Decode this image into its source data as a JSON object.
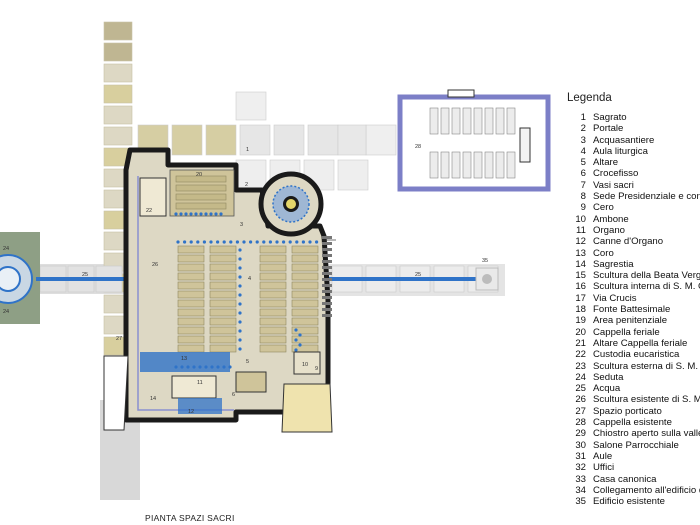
{
  "legend": {
    "title": "Legenda",
    "items": [
      {
        "num": "1",
        "label": "Sagrato"
      },
      {
        "num": "2",
        "label": "Portale"
      },
      {
        "num": "3",
        "label": "Acquasantiere"
      },
      {
        "num": "4",
        "label": "Aula liturgica"
      },
      {
        "num": "5",
        "label": "Altare"
      },
      {
        "num": "6",
        "label": "Crocefisso"
      },
      {
        "num": "7",
        "label": "Vasi sacri"
      },
      {
        "num": "8",
        "label": "Sede Presidenziale e conce"
      },
      {
        "num": "9",
        "label": "Cero"
      },
      {
        "num": "10",
        "label": "Ambone"
      },
      {
        "num": "11",
        "label": "Organo"
      },
      {
        "num": "12",
        "label": "Canne d'Organo"
      },
      {
        "num": "13",
        "label": "Coro"
      },
      {
        "num": "14",
        "label": "Sagrestia"
      },
      {
        "num": "15",
        "label": "Scultura della Beata Vergin"
      },
      {
        "num": "16",
        "label": "Scultura interna di S. M. Go"
      },
      {
        "num": "17",
        "label": "Via Crucis"
      },
      {
        "num": "18",
        "label": "Fonte Battesimale"
      },
      {
        "num": "19",
        "label": "Area penitenziale"
      },
      {
        "num": "20",
        "label": "Cappella feriale"
      },
      {
        "num": "21",
        "label": "Altare Cappella feriale"
      },
      {
        "num": "22",
        "label": "Custodia eucaristica"
      },
      {
        "num": "23",
        "label": "Scultura esterna di S. M. G"
      },
      {
        "num": "24",
        "label": "Seduta"
      },
      {
        "num": "25",
        "label": "Acqua"
      },
      {
        "num": "26",
        "label": "Scultura esistente di S. M. G"
      },
      {
        "num": "27",
        "label": "Spazio porticato"
      },
      {
        "num": "28",
        "label": "Cappella esistente"
      },
      {
        "num": "29",
        "label": "Chiostro aperto sulla valle"
      },
      {
        "num": "30",
        "label": "Salone Parrocchiale"
      },
      {
        "num": "31",
        "label": "Aule"
      },
      {
        "num": "32",
        "label": "Uffici"
      },
      {
        "num": "33",
        "label": "Casa canonica"
      },
      {
        "num": "34",
        "label": "Collegamento all'edificio di"
      },
      {
        "num": "35",
        "label": "Edificio esistente"
      }
    ]
  },
  "plan": {
    "caption": "PIANTA SPAZI SACRI",
    "labels": {
      "l1": "1",
      "l2": "2",
      "l3": "3",
      "l4": "4",
      "l5": "5",
      "l6": "6",
      "l9": "9",
      "l10": "10",
      "l11": "11",
      "l12": "12",
      "l13": "13",
      "l14": "14",
      "l20": "20",
      "l22": "22",
      "l24a": "24",
      "l24b": "24",
      "l25a": "25",
      "l25b": "25",
      "l26": "26",
      "l27": "27",
      "l28": "28",
      "l35": "35"
    }
  },
  "colors": {
    "paving": "#ddd8c4",
    "paving_dark": "#bfb692",
    "pews": "#cfc49a",
    "walls": "#1a1a1a",
    "water": "#2f73c8",
    "wall_accent": "#8a8fd0",
    "grass": "#8e9f85",
    "grey_path": "#d6d6d6",
    "chapel_outline": "#7c7fc7"
  }
}
